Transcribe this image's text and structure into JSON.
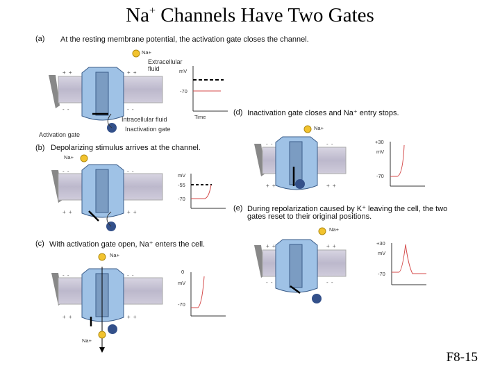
{
  "title": {
    "main": "Na",
    "sup": "+",
    "rest": " Channels Have Two Gates"
  },
  "panels": {
    "a": {
      "letter": "(a)",
      "caption": "At the resting membrane potential, the activation gate closes the channel."
    },
    "b": {
      "letter": "(b)",
      "caption": "Depolarizing stimulus arrives at the channel."
    },
    "c": {
      "letter": "(c)",
      "caption": "With activation gate open, Na⁺ enters the cell."
    },
    "d": {
      "letter": "(d)",
      "caption": "Inactivation gate closes and Na⁺ entry stops."
    },
    "e": {
      "letter": "(e)",
      "caption_line1": "During repolarization caused by K⁺ leaving the cell, the two",
      "caption_line2": "gates reset to their original positions."
    }
  },
  "labels": {
    "na": "Na+",
    "extracellular": "Extracellular",
    "fluid": "fluid",
    "intracellular": "Intracellular fluid",
    "activation_gate": "Activation gate",
    "inactivation_gate": "Inactivation gate",
    "plus_plus": "+ +",
    "minus_minus": "- -",
    "mv": "mV",
    "time": "Time",
    "v_neg70": "-70",
    "v_neg55": "-55",
    "v_zero": "0",
    "v_pos30": "+30"
  },
  "colors": {
    "membrane": "#c4c0d2",
    "channel": "#9fc2e6",
    "channel_dark": "#7b9cc2",
    "ion": "#f2c32e",
    "gate_ball": "#33508a",
    "trace": "#d44a4a"
  },
  "footer": "F8-15"
}
